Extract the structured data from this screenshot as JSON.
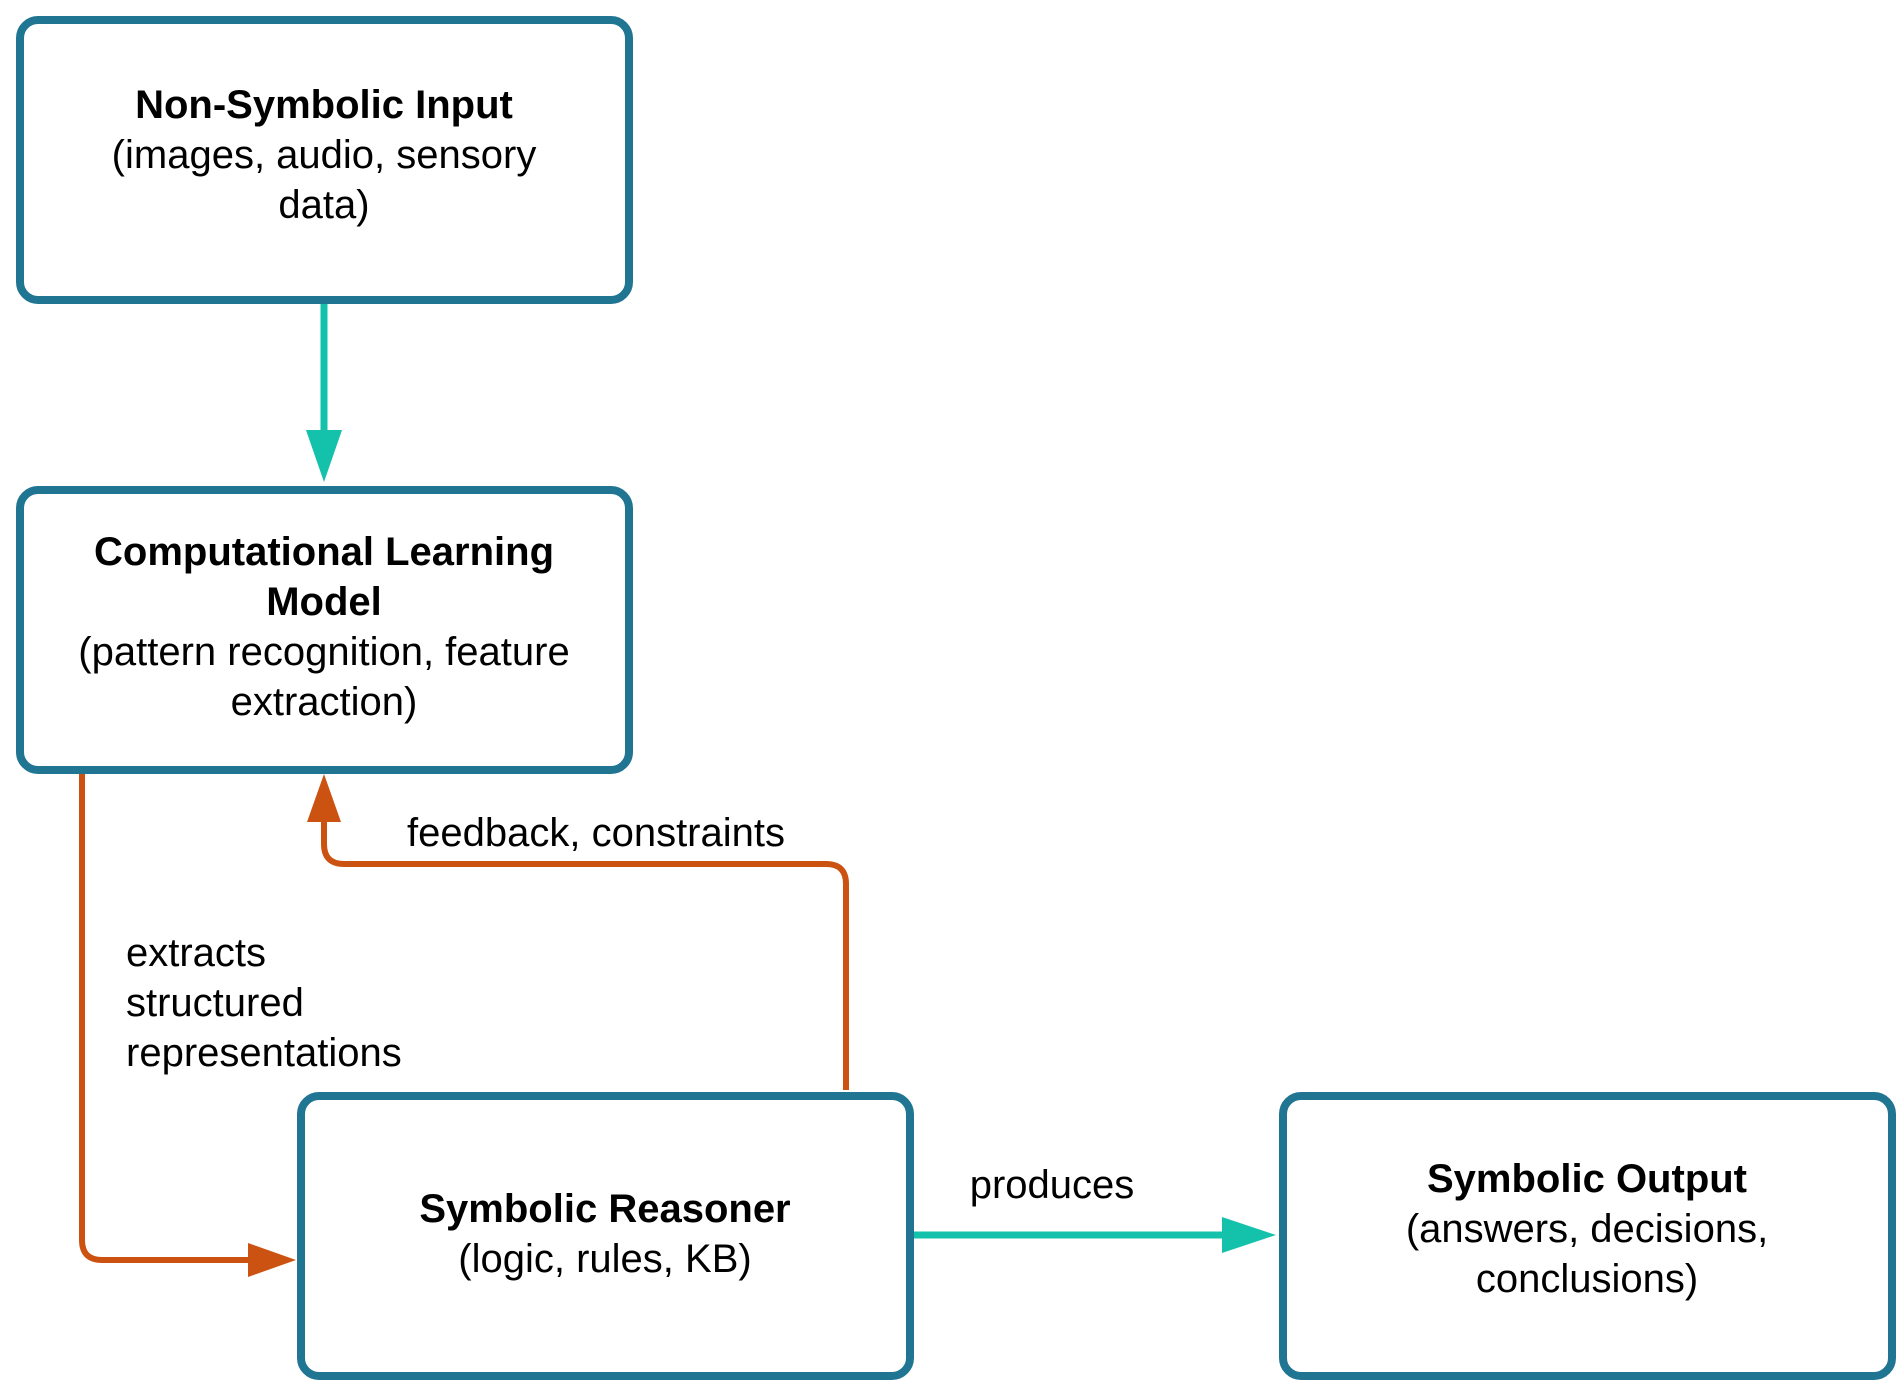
{
  "nodes": {
    "input": {
      "title": "Non-Symbolic Input",
      "lines": [
        "(images, audio, sensory",
        "data)"
      ]
    },
    "learning": {
      "title_lines": [
        "Computational Learning",
        "Model"
      ],
      "lines": [
        "(pattern recognition, feature",
        "extraction)"
      ]
    },
    "reasoner": {
      "title": "Symbolic Reasoner",
      "lines": [
        "(logic, rules, KB)"
      ]
    },
    "output": {
      "title": "Symbolic Output",
      "lines": [
        "(answers, decisions,",
        "conclusions)"
      ]
    }
  },
  "edges": {
    "feedback": "feedback, constraints",
    "extracts": [
      "extracts",
      "structured",
      "representations"
    ],
    "produces": "produces"
  },
  "colors": {
    "box_border": "#1f7592",
    "teal_arrow": "#14c1ab",
    "orange_arrow": "#cc5211"
  }
}
